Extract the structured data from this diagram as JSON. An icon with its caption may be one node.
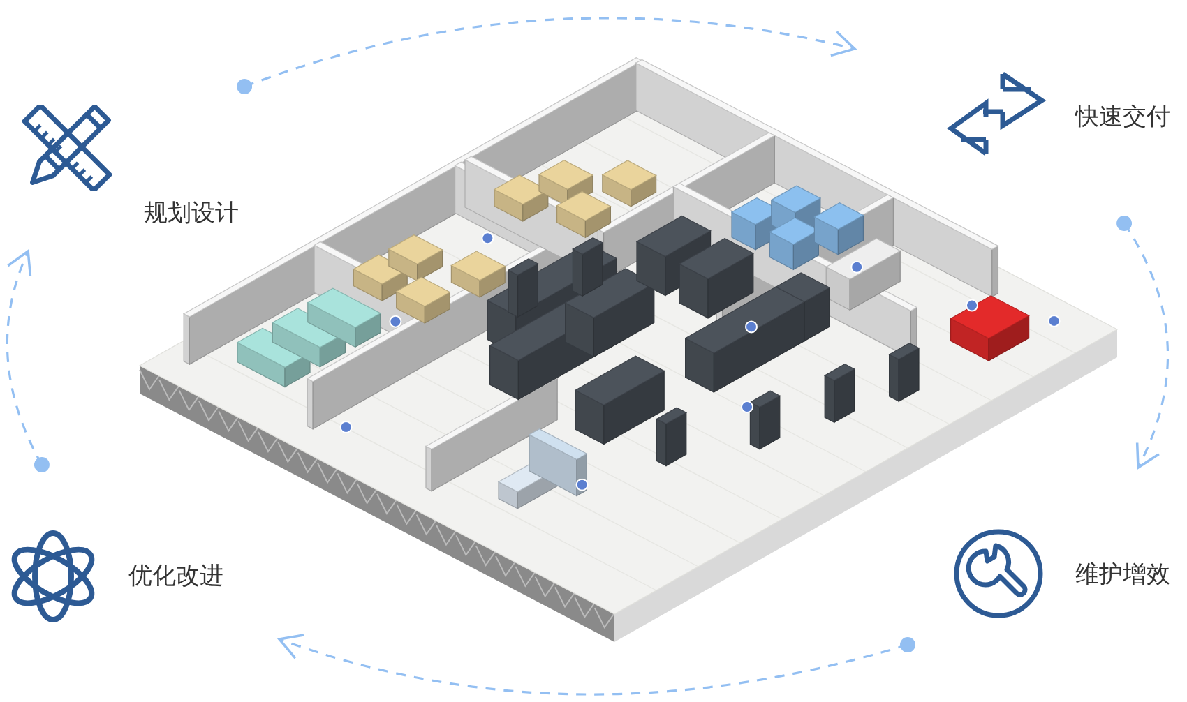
{
  "diagram": {
    "nodes": [
      {
        "text": [
          "规划设计"
        ]
      },
      {
        "text": [
          "快速交付"
        ]
      },
      {
        "text": [
          "维护增效"
        ]
      },
      {
        "text": [
          "优化改进"
        ]
      }
    ],
    "edges": [
      {
        "from": 0,
        "to": 1,
        "arrow": "to",
        "style": "dashed"
      },
      {
        "from": 1,
        "to": 2,
        "arrow": "to",
        "style": "dashed"
      },
      {
        "from": 2,
        "to": 3,
        "arrow": "to",
        "style": "dashed"
      },
      {
        "from": 3,
        "to": 0,
        "arrow": "to",
        "style": "dashed"
      }
    ]
  }
}
